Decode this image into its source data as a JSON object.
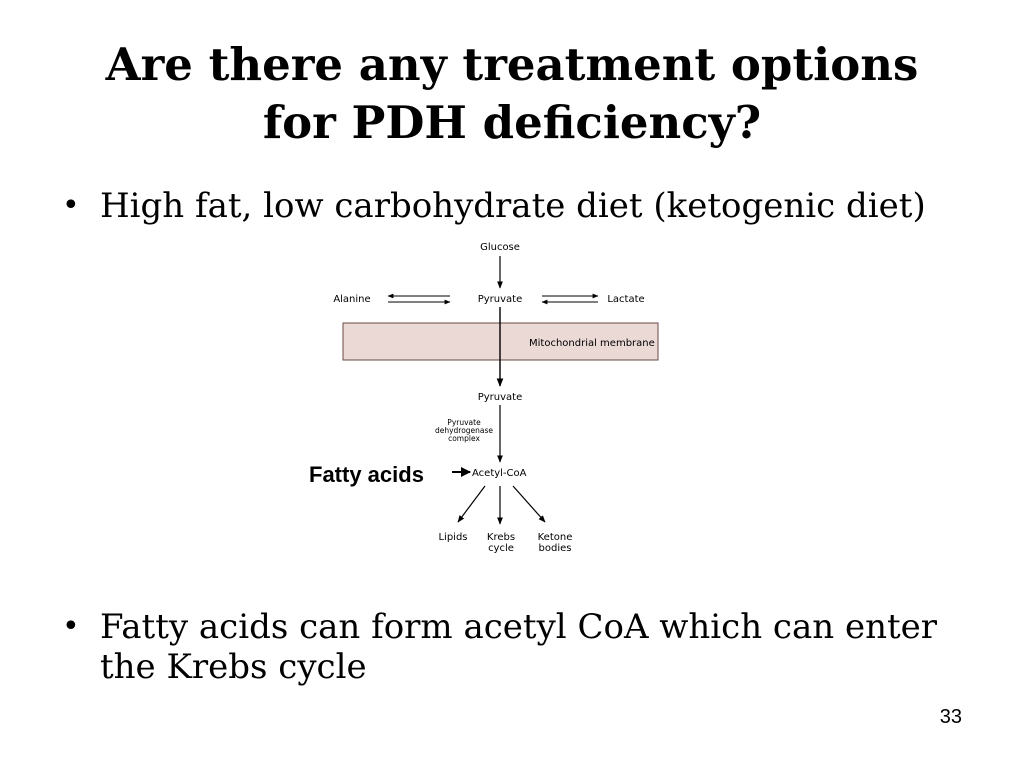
{
  "slide": {
    "title_line1": "Are there any treatment options",
    "title_line2": "for PDH deficiency?",
    "bullets": [
      {
        "glyph": "•",
        "lines": [
          "High fat, low carbohydrate diet (ketogenic diet)"
        ]
      },
      {
        "glyph": "•",
        "lines": [
          "Fatty acids can form acetyl CoA which can enter",
          "the Krebs cycle"
        ]
      }
    ],
    "slide_number": "33"
  },
  "diagram": {
    "glucose": "Glucose",
    "alanine": "Alanine",
    "pyruvate_top": "Pyruvate",
    "lactate": "Lactate",
    "membrane": "Mitochondrial membrane",
    "pyruvate_inner": "Pyruvate",
    "enzyme_line1": "Pyruvate",
    "enzyme_line2": "dehydrogenase",
    "enzyme_line3": "complex",
    "acetyl_coa": "Acetyl-CoA",
    "fatty_acids": "Fatty acids",
    "lipids": "Lipids",
    "krebs_line1": "Krebs",
    "krebs_line2": "cycle",
    "ketone_line1": "Ketone",
    "ketone_line2": "bodies",
    "membrane_color": "#ead9d5"
  }
}
